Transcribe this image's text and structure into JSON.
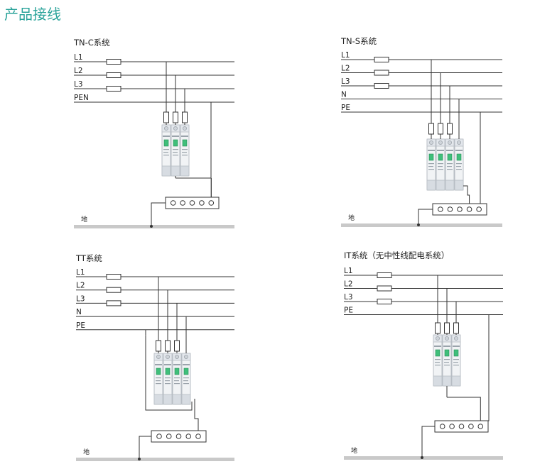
{
  "page": {
    "title": "产品接线"
  },
  "systems": [
    {
      "id": "tn-c",
      "title": "TN-C系统",
      "lines": [
        "L1",
        "L2",
        "L3",
        "PEN"
      ],
      "ground_label": "地",
      "modules": 3,
      "terminals": 5
    },
    {
      "id": "tn-s",
      "title": "TN-S系统",
      "lines": [
        "L1",
        "L2",
        "L3",
        "N",
        "PE"
      ],
      "ground_label": "地",
      "modules": 4,
      "terminals": 5
    },
    {
      "id": "tt",
      "title": "TT系统",
      "lines": [
        "L1",
        "L2",
        "L3",
        "N",
        "PE"
      ],
      "ground_label": "地",
      "modules": 4,
      "terminals": 5
    },
    {
      "id": "it",
      "title": "IT系统（无中性线配电系统）",
      "lines": [
        "L1",
        "L2",
        "L3",
        "PE"
      ],
      "ground_label": "地",
      "modules": 3,
      "terminals": 5
    }
  ],
  "colors": {
    "title": "#2aa39a",
    "ground_bar": "#c9c9c9",
    "wire": "#333333",
    "spd_window": "#3fbf7a"
  }
}
